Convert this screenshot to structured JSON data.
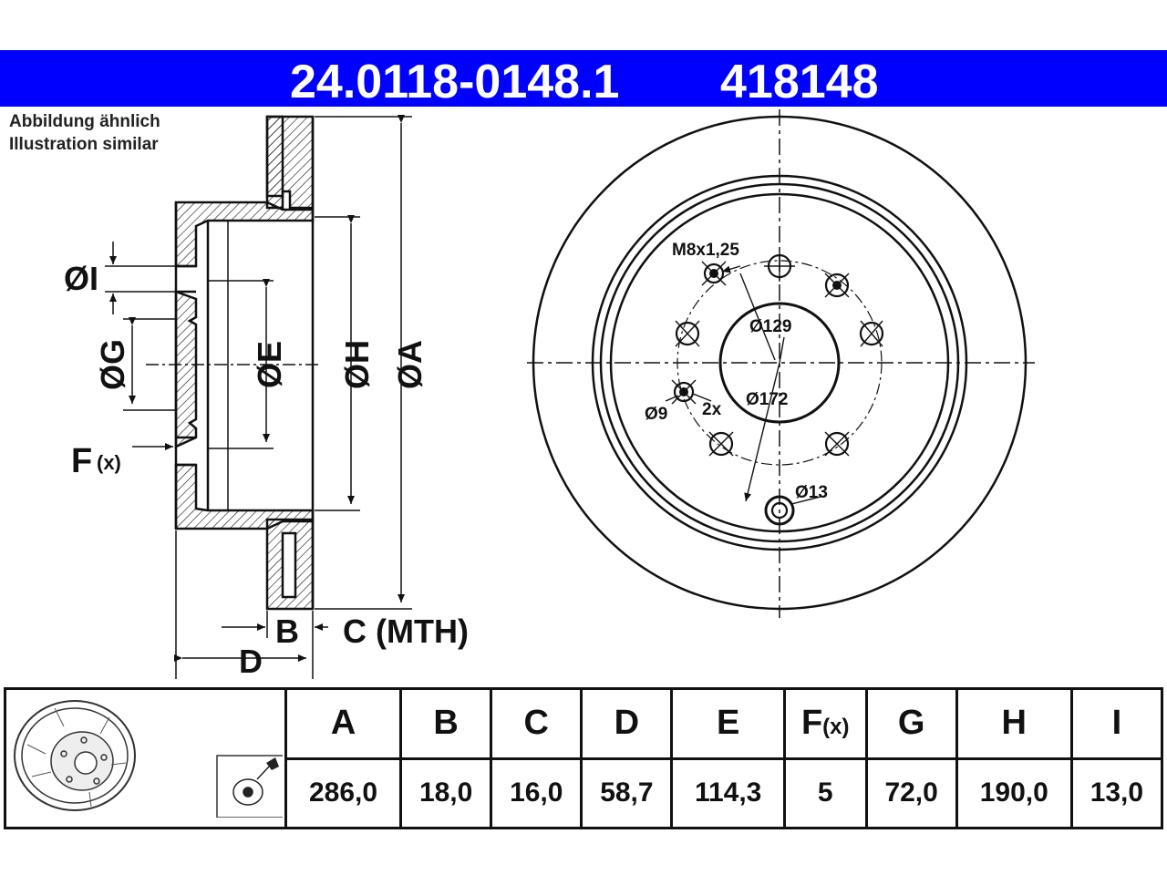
{
  "header": {
    "part_number": "24.0118-0148.1",
    "ref_number": "418148",
    "background_color": "#0000ff",
    "text_color": "#ffffff"
  },
  "notes": {
    "line1": "Abbildung ähnlich",
    "line2": "Illustration similar"
  },
  "section_labels": {
    "dia_I": "ØI",
    "dia_G": "ØG",
    "dia_E": "ØE",
    "dia_H": "ØH",
    "dia_A": "ØA",
    "F": "F",
    "F_sub": "(x)",
    "B": "B",
    "C_mth": "C (MTH)",
    "D": "D"
  },
  "face_labels": {
    "thread": "M8x1,25",
    "d129": "Ø129",
    "d172": "Ø172",
    "d9": "Ø9",
    "count": "2x",
    "d13": "Ø13"
  },
  "table": {
    "columns": [
      "A",
      "B",
      "C",
      "D",
      "E",
      "F",
      "G",
      "H",
      "I"
    ],
    "f_sub": "(x)",
    "values": [
      "286,0",
      "18,0",
      "16,0",
      "58,7",
      "114,3",
      "5",
      "72,0",
      "190,0",
      "13,0"
    ]
  }
}
